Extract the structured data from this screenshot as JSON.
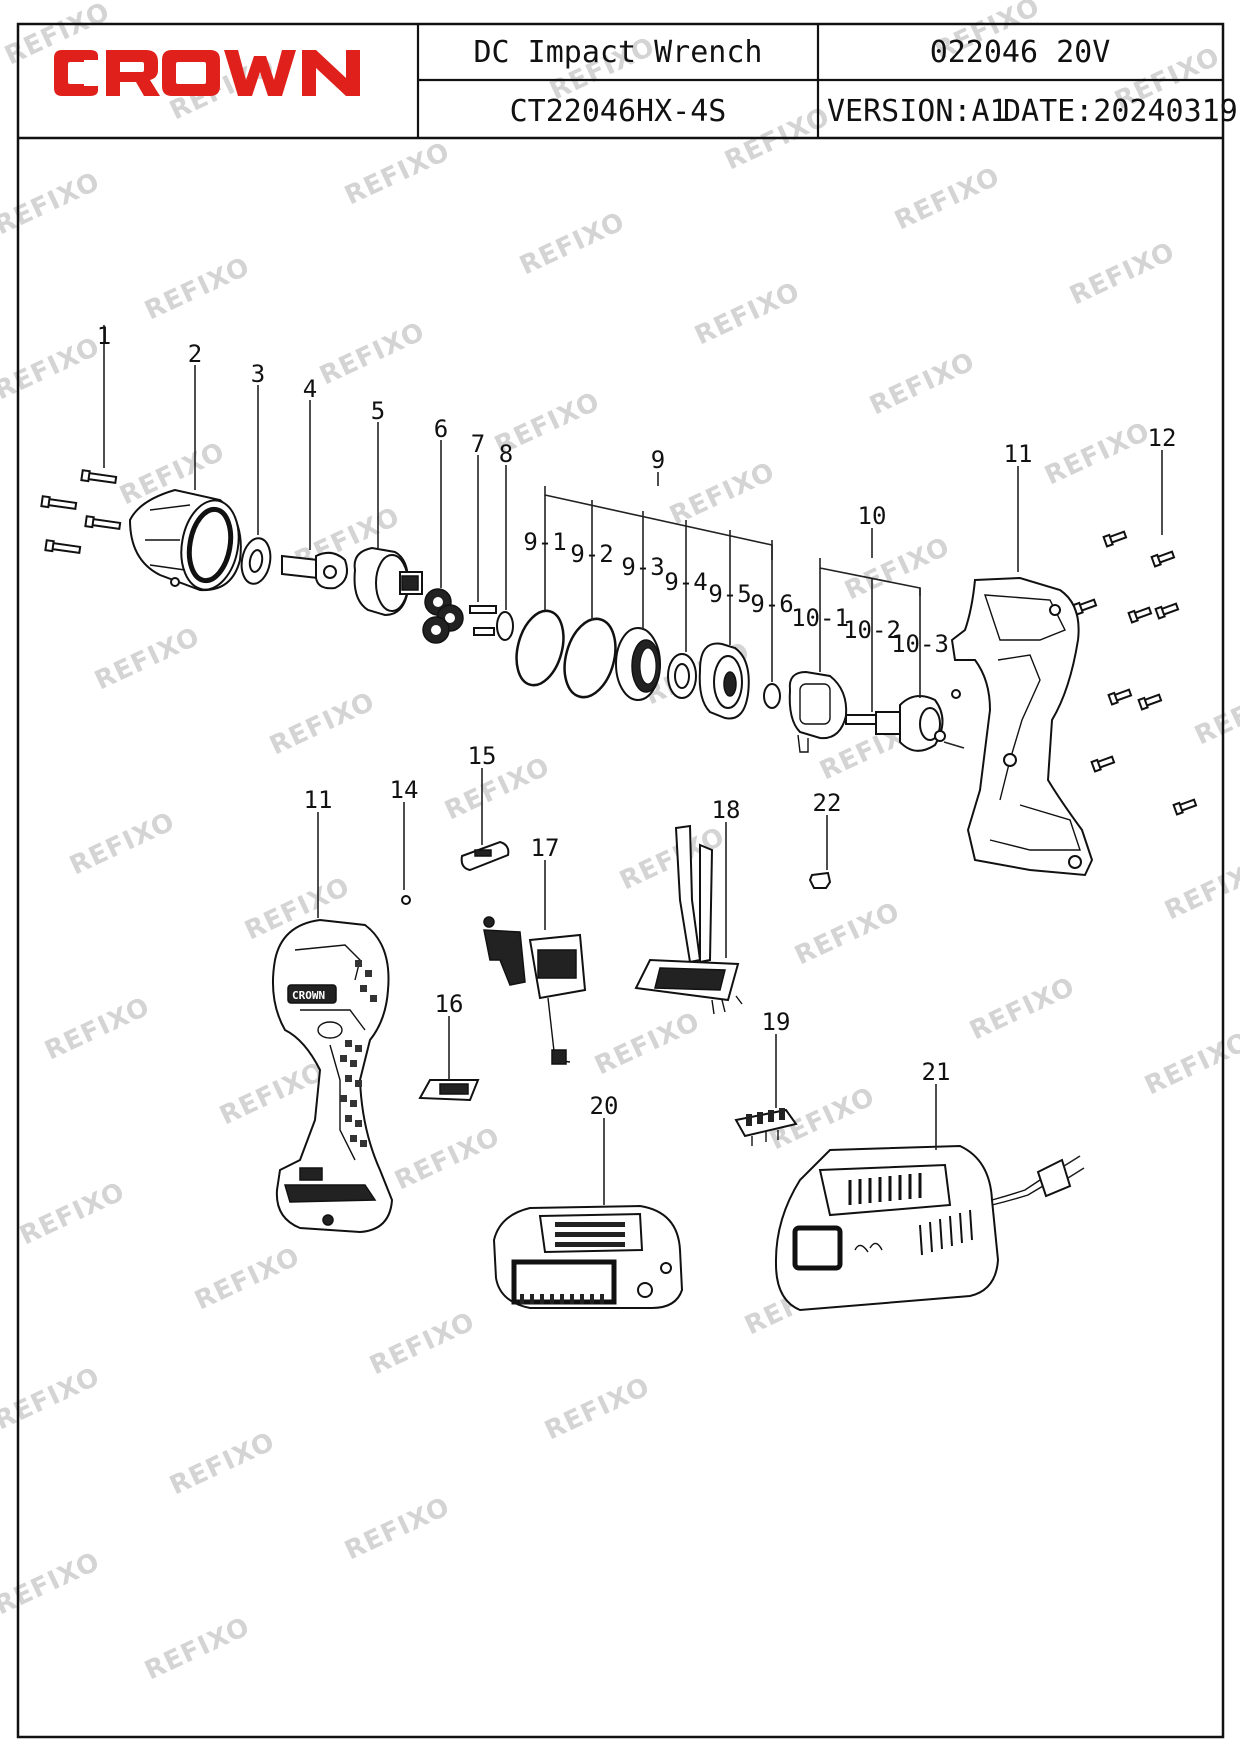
{
  "brand": {
    "logo_text": "CROWN",
    "logo_color": "#e0201a"
  },
  "header": {
    "product_name": "DC Impact Wrench",
    "product_code": "022046 20V",
    "model": "CT22046HX-4S",
    "version": "VERSION:A1",
    "date": "DATE:20240319"
  },
  "watermark": {
    "text": "REFIXO",
    "color": "#d4d4d4"
  },
  "part_labels": {
    "p1": "1",
    "p2": "2",
    "p3": "3",
    "p4": "4",
    "p5": "5",
    "p6": "6",
    "p7": "7",
    "p8": "8",
    "p9": "9",
    "p9_1": "9-1",
    "p9_2": "9-2",
    "p9_3": "9-3",
    "p9_4": "9-4",
    "p9_5": "9-5",
    "p9_6": "9-6",
    "p10": "10",
    "p10_1": "10-1",
    "p10_2": "10-2",
    "p10_3": "10-3",
    "p11a": "11",
    "p11b": "11",
    "p12": "12",
    "p14": "14",
    "p15": "15",
    "p16": "16",
    "p17": "17",
    "p18": "18",
    "p19": "19",
    "p20": "20",
    "p21": "21",
    "p22": "22"
  }
}
